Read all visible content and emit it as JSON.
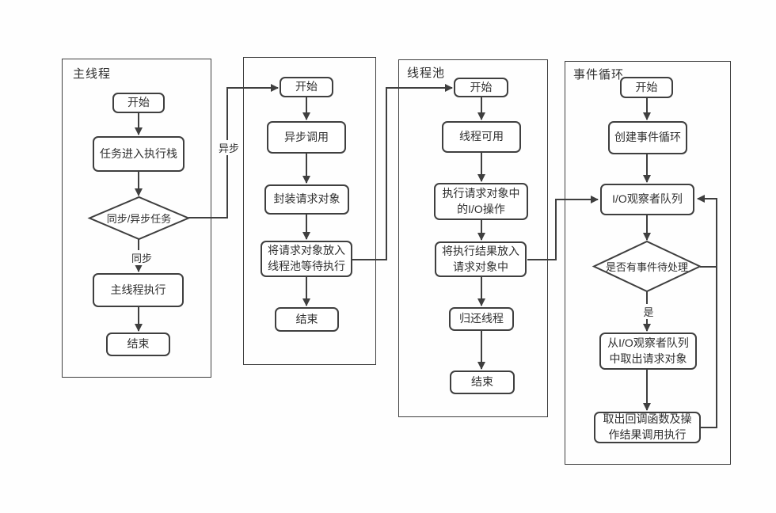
{
  "panels": [
    {
      "title": "主线程",
      "nodes": {
        "start": "开始",
        "stack": "任务进入执行栈",
        "decision": "同步/异步任务",
        "exec": "主线程执行",
        "end": "结束"
      },
      "labels": {
        "sync": "同步",
        "async": "异步"
      }
    },
    {
      "title": "",
      "nodes": {
        "start": "开始",
        "call": "异步调用",
        "wrap": "封装请求对象",
        "enqueue": "将请求对象放入\n线程池等待执行",
        "end": "结束"
      }
    },
    {
      "title": "线程池",
      "nodes": {
        "start": "开始",
        "available": "线程可用",
        "io": "执行请求对象中\n的I/O操作",
        "result": "将执行结果放入\n请求对象中",
        "return": "归还线程",
        "end": "结束"
      }
    },
    {
      "title": "事件循环",
      "nodes": {
        "start": "开始",
        "create": "创建事件循环",
        "queue": "I/O观察者队列",
        "decision": "是否有事件待处理",
        "fetch": "从I/O观察者队列\n中取出请求对象",
        "callback": "取出回调函数及操\n作结果调用执行"
      },
      "labels": {
        "yes": "是"
      }
    }
  ],
  "colors": {
    "line": "#3f3f3f",
    "node_background": "#ffffff",
    "text": "#2f2f2f",
    "page_background": "#fefefe"
  }
}
